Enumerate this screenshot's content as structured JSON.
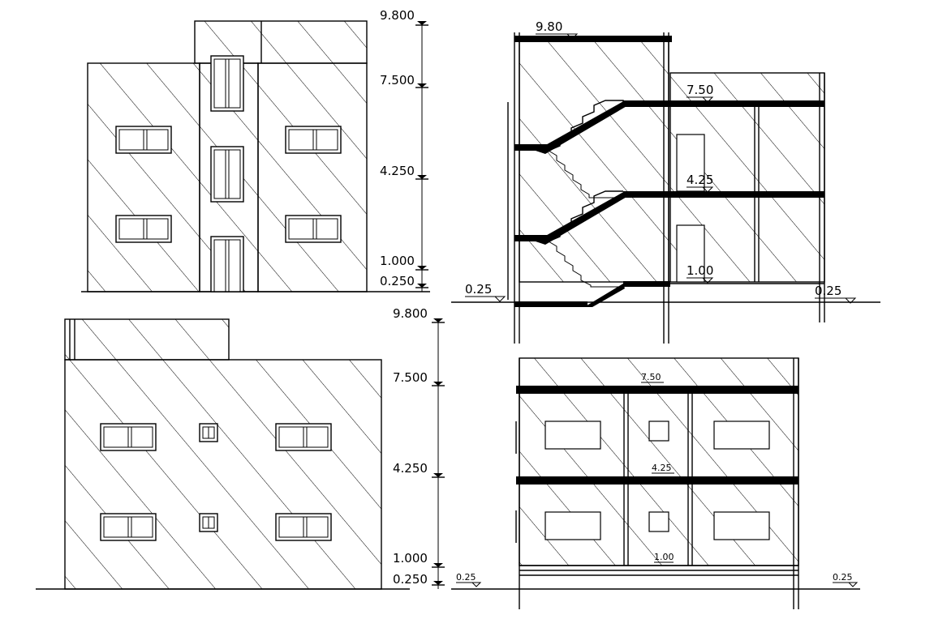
{
  "elevation_front": {
    "levels": [
      "9.800",
      "7.500",
      "4.250",
      "1.000",
      "0.250"
    ]
  },
  "section_stair": {
    "levels": [
      "9.80",
      "7.50",
      "4.25",
      "1.00",
      "0.25",
      "0.25"
    ]
  },
  "elevation_side": {
    "levels": [
      "9.800",
      "7.500",
      "4.250",
      "1.000",
      "0.250"
    ]
  },
  "section_cross": {
    "levels": [
      "7.50",
      "4.25",
      "1.00",
      "0.25",
      "0.25"
    ]
  }
}
